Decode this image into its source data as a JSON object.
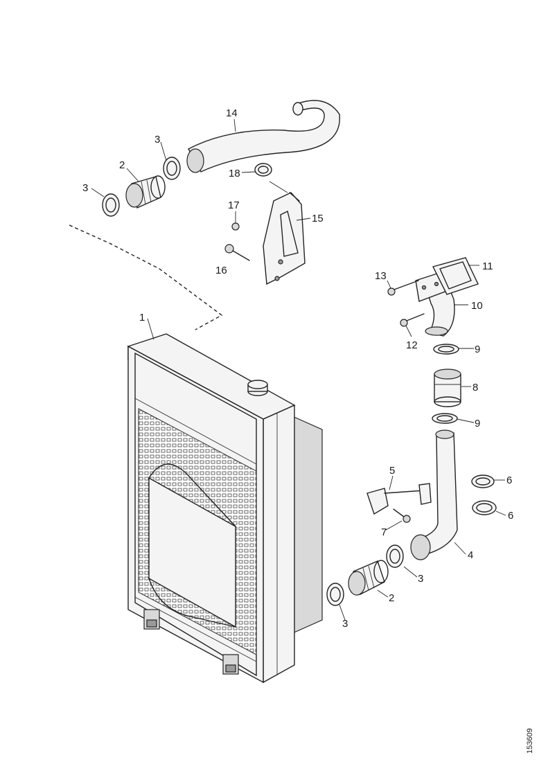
{
  "callouts": {
    "c1": "1",
    "c2a": "2",
    "c2b": "2",
    "c3a": "3",
    "c3b": "3",
    "c3c": "3",
    "c3d": "3",
    "c4": "4",
    "c5": "5",
    "c6a": "6",
    "c6b": "6",
    "c7": "7",
    "c8": "8",
    "c9a": "9",
    "c9b": "9",
    "c10": "10",
    "c11": "11",
    "c12": "12",
    "c13": "13",
    "c14": "14",
    "c15": "15",
    "c16": "16",
    "c17": "17",
    "c18": "18"
  },
  "catalog_number": "153609"
}
